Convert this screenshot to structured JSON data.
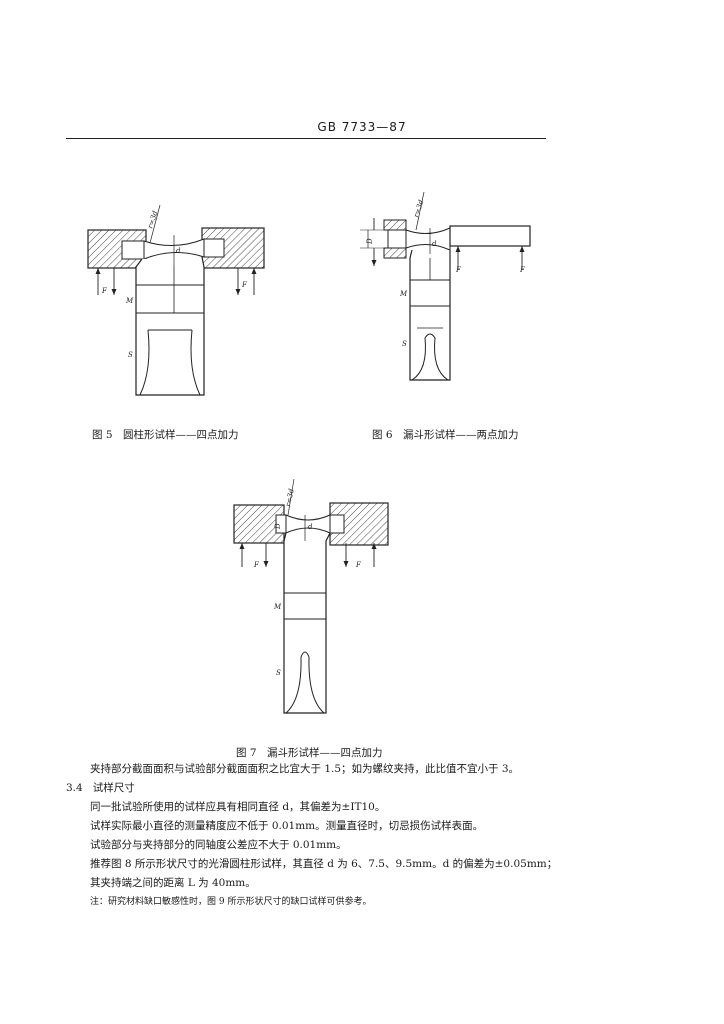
{
  "header": {
    "code": "GB 7733—87"
  },
  "figures": {
    "fig5": {
      "caption": "图 5　圆柱形试样——四点加力"
    },
    "fig6": {
      "caption": "图 6　漏斗形试样——两点加力"
    },
    "fig7": {
      "caption": "图 7　漏斗形试样——四点加力"
    }
  },
  "labels": {
    "force": "F",
    "m": "M",
    "s": "S",
    "d": "d",
    "D": "D",
    "r": "r=3d"
  },
  "body": {
    "p1": "夹持部分截面面积与试验部分截面面积之比宜大于 1.5；如为螺纹夹持，此比值不宜小于 3。",
    "section_num": "3.4",
    "section_title": "试样尺寸",
    "p2": "同一批试验所使用的试样应具有相同直径 d，其偏差为±IT10。",
    "p3": "试样实际最小直径的测量精度应不低于 0.01mm。测量直径时，切忌损伤试样表面。",
    "p4": "试验部分与夹持部分的同轴度公差应不大于 0.01mm。",
    "p5": "推荐图 8 所示形状尺寸的光滑圆柱形试样，其直径 d 为 6、7.5、9.5mm。d 的偏差为±0.05mm；",
    "p6": "其夹持端之间的距离 L 为 40mm。",
    "note": "注：研究材料缺口敏感性时，图 9 所示形状尺寸的缺口试样可供参考。"
  }
}
